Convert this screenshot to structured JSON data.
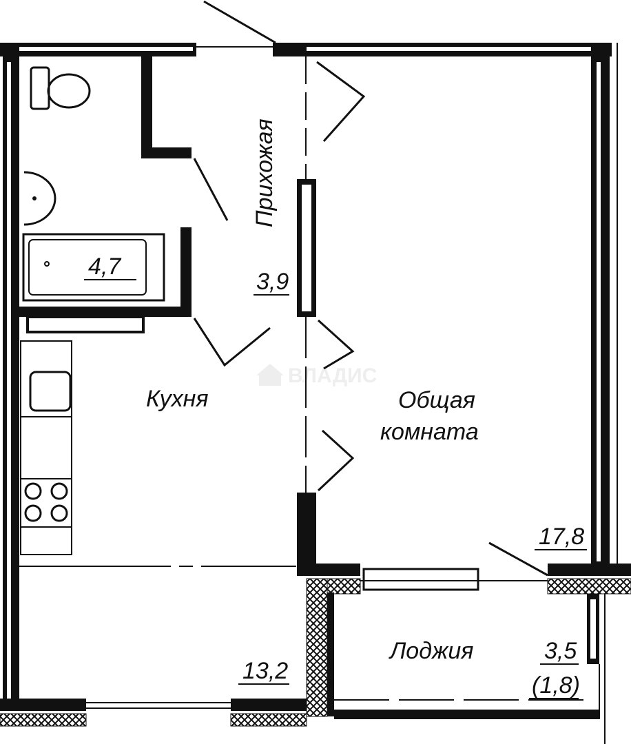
{
  "plan": {
    "watermark": "ВЛАДИС",
    "rooms": [
      {
        "name": "Прихожая",
        "area": "3,9"
      },
      {
        "name": "",
        "area": "4,7"
      },
      {
        "name": "Кухня",
        "area": "13,2"
      },
      {
        "name_line1": "Общая",
        "name_line2": "комната",
        "area": "17,8"
      },
      {
        "name": "Лоджия",
        "area": "3,5",
        "area_reduced": "(1,8)"
      }
    ]
  }
}
